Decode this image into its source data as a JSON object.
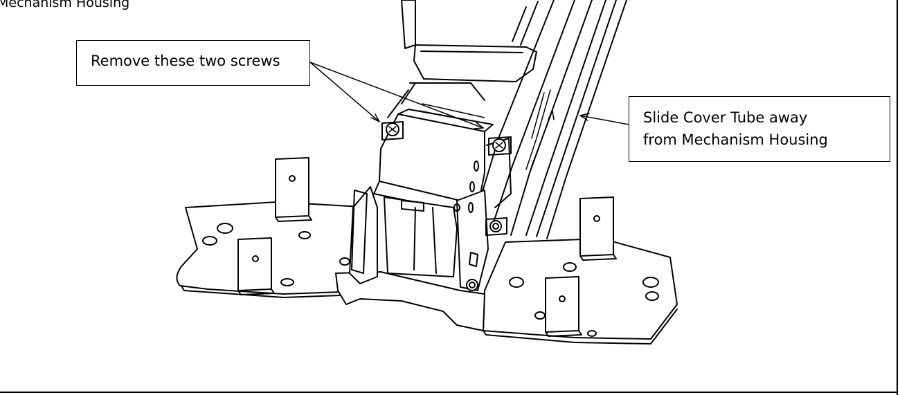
{
  "top_caption": "Mechanism Housing",
  "callouts": {
    "remove_screws": "Remove these two screws",
    "slide_cover_line1": "Slide Cover Tube away",
    "slide_cover_line2": "from Mechanism Housing"
  },
  "colors": {
    "ink": "#000000",
    "paper": "#ffffff"
  }
}
